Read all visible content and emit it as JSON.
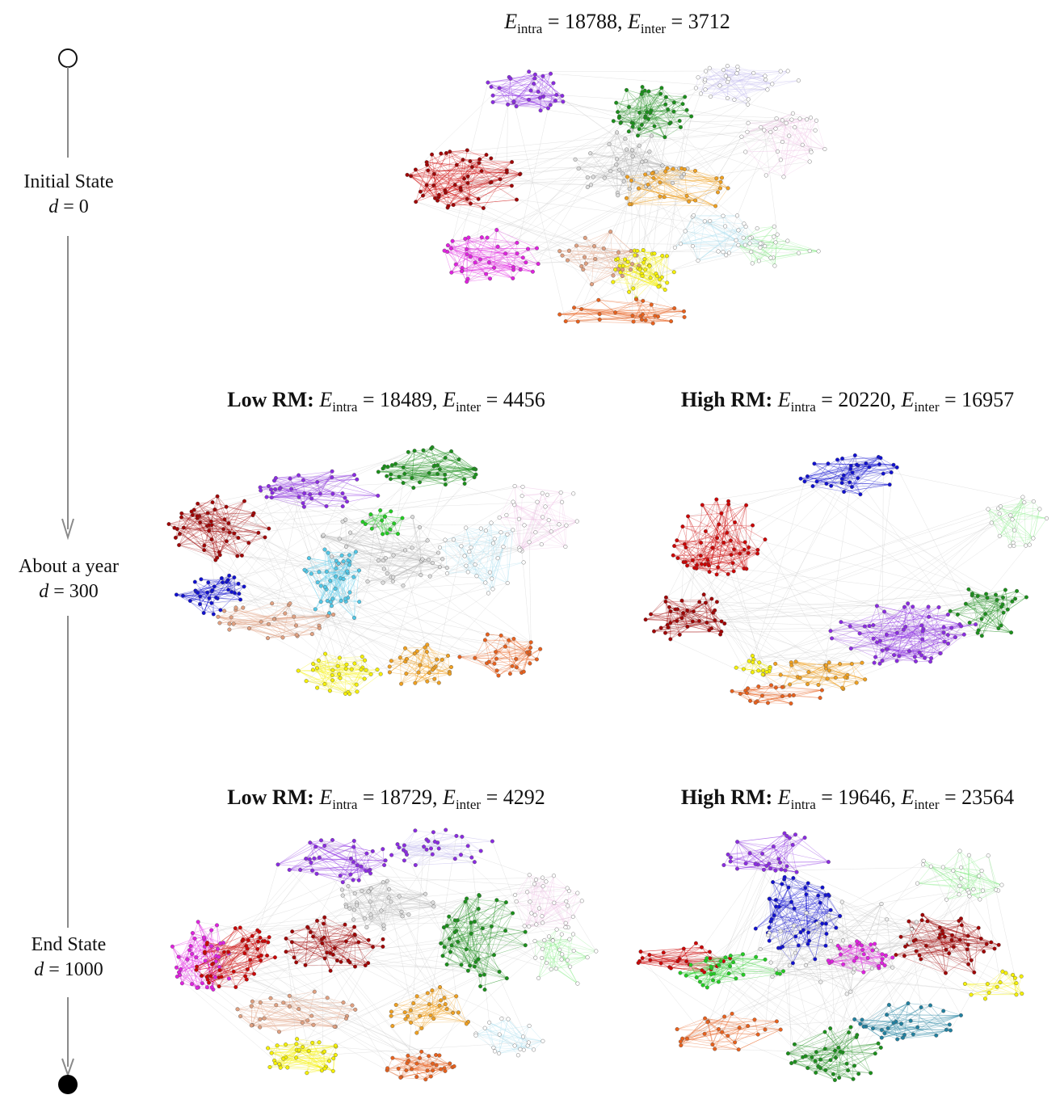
{
  "timeline": {
    "stages": [
      {
        "name": "Initial State",
        "d_label": "d",
        "d_value": "= 0"
      },
      {
        "name": "About a year",
        "d_label": "d",
        "d_value": "= 300"
      },
      {
        "name": "End State",
        "d_label": "d",
        "d_value": "= 1000"
      }
    ]
  },
  "panels": [
    {
      "id": "initial",
      "rm": "",
      "intra_sym": "E",
      "intra_sub": "intra",
      "intra_val": "= 18788,",
      "inter_sym": "E",
      "inter_sub": "inter",
      "inter_val": "= 3712"
    },
    {
      "id": "year-low",
      "rm": "Low RM:",
      "intra_sym": "E",
      "intra_sub": "intra",
      "intra_val": "= 18489,",
      "inter_sym": "E",
      "inter_sub": "inter",
      "inter_val": "= 4456"
    },
    {
      "id": "year-high",
      "rm": "High RM:",
      "intra_sym": "E",
      "intra_sub": "intra",
      "intra_val": "= 20220,",
      "inter_sym": "E",
      "inter_sub": "inter",
      "inter_val": "= 16957"
    },
    {
      "id": "end-low",
      "rm": "Low RM:",
      "intra_sym": "E",
      "intra_sub": "intra",
      "intra_val": "= 18729,",
      "inter_sym": "E",
      "inter_sub": "inter",
      "inter_val": "= 4292"
    },
    {
      "id": "end-high",
      "rm": "High RM:",
      "intra_sym": "E",
      "intra_sub": "intra",
      "intra_val": "= 19646,",
      "inter_sym": "E",
      "inter_sub": "inter",
      "inter_val": "= 23564"
    }
  ],
  "colors": {
    "timeline": "#8a8a8a",
    "red": "#cc0000",
    "darkred": "#a00000",
    "magenta": "#e020e0",
    "purple": "#8a2be2",
    "green": "#1a8f1a",
    "lightgreen": "#90ee90",
    "pink": "#f0c6e6",
    "lavender": "#c8c0f0",
    "orange": "#f0a020",
    "orangered": "#e8601c",
    "salmon": "#e0a080",
    "yellow": "#f5f000",
    "lightblue": "#b0e0f0",
    "skyblue": "#50c8e8",
    "blue": "#1010d0",
    "gray": "#b8b8b8",
    "brightgreen": "#22cc22",
    "teal": "#2080a0"
  }
}
